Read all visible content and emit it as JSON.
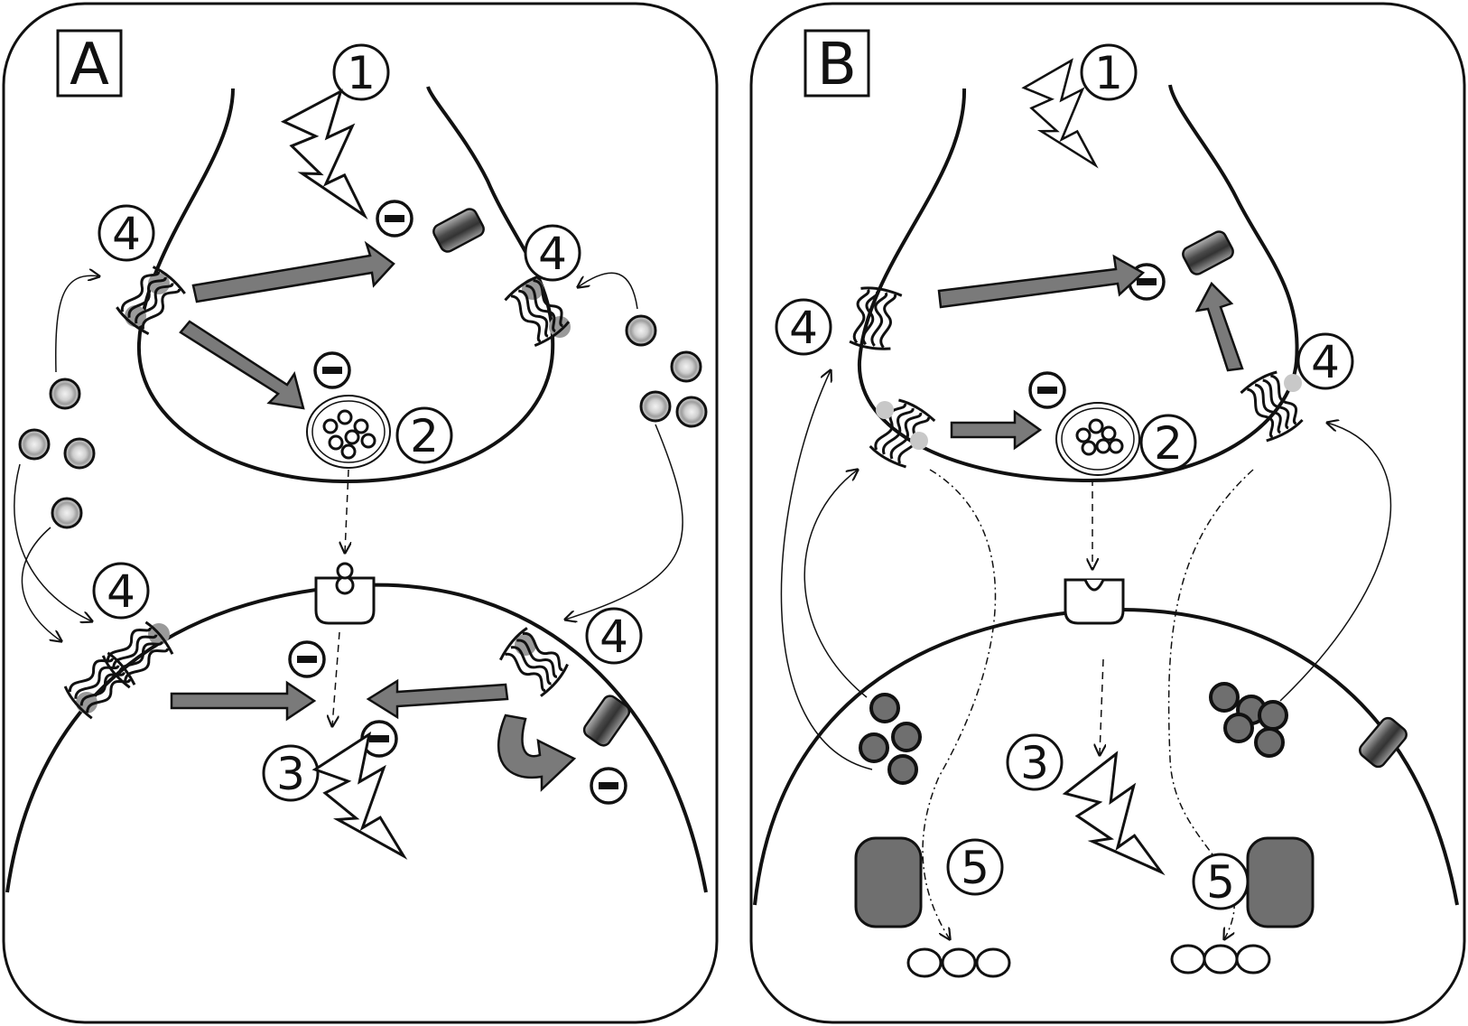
{
  "figure": {
    "panels": [
      {
        "letter": "A",
        "markers": {
          "one": "1",
          "two": "2",
          "three": "3",
          "four": "4"
        }
      },
      {
        "letter": "B",
        "markers": {
          "one": "1",
          "two": "2",
          "three": "3",
          "four": "4",
          "five": "5"
        }
      }
    ]
  },
  "colors": {
    "outline": "#111111",
    "arrow_fill": "#7a7a7a",
    "receptor_highlight": "#9a9a9a",
    "organelle_fill": "#6f6f6f",
    "ligand_center": "#bdbdbd",
    "background": "#ffffff"
  },
  "icons": [
    "lightning-bolt-icon",
    "inhibition-minus-icon",
    "receptor-icon",
    "ion-channel-icon",
    "vesicle-icon"
  ]
}
